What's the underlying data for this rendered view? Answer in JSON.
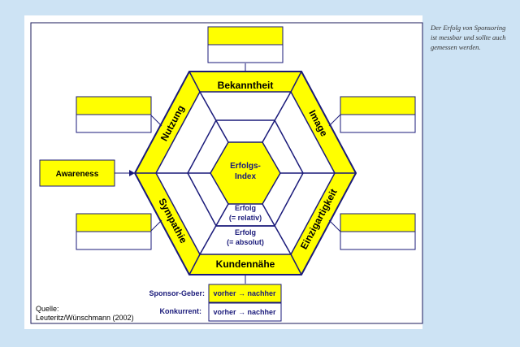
{
  "caption": "Der Erfolg von Sponsoring ist messbar und sollte auch gemessen werden.",
  "source": [
    "Quelle:",
    "Leuteritz/Wünschmann (2002)"
  ],
  "awareness": "Awareness",
  "hexagon": {
    "top": "Bekanntheit",
    "upper_left": "Nutzung",
    "upper_right": "Image",
    "lower_left": "Sympathie",
    "lower_right": "Einzigartigkeit",
    "bottom": "Kundennähe"
  },
  "center": [
    "Erfolgs-",
    "Index"
  ],
  "relative": [
    "Erfolg",
    "(= relativ)"
  ],
  "absolute": [
    "Erfolg",
    "(= absolut)"
  ],
  "legend": [
    {
      "label": "Sponsor-Geber:",
      "value": "vorher → nachher"
    },
    {
      "label": "Konkurrent:",
      "value": "vorher → nachher"
    }
  ],
  "colors": {
    "accent": "#ffff00",
    "line": "#1a1a7a"
  }
}
